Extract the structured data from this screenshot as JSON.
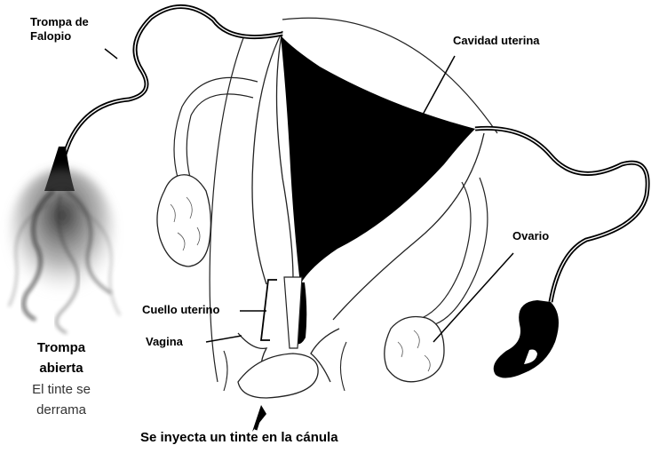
{
  "labels": {
    "fallopian_tube": "Trompa de\nFalopio",
    "uterine_cavity": "Cavidad uterina",
    "ovary": "Ovario",
    "cervix": "Cuello uterino",
    "vagina": "Vagina"
  },
  "side_note": {
    "title_line1": "Trompa",
    "title_line2": "abierta",
    "text_line1": "El tinte se",
    "text_line2": "derrama"
  },
  "caption": "Se inyecta un tinte en la cánula",
  "colors": {
    "ink": "#000000",
    "dye": "#111111",
    "background": "#ffffff"
  }
}
